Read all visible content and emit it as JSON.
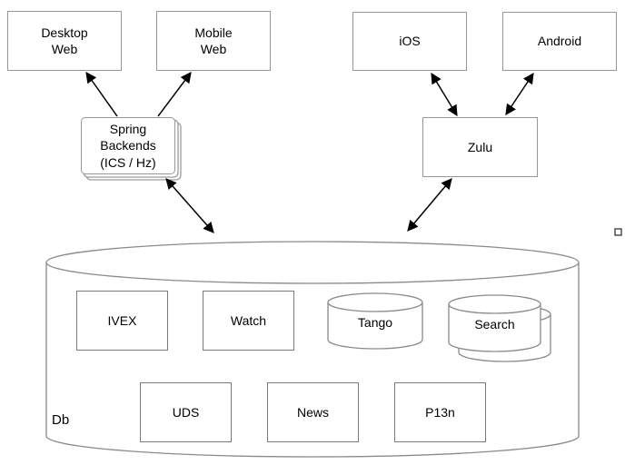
{
  "diagram": {
    "type": "architecture-diagram",
    "background": "#ffffff",
    "colors": {
      "outer_box_border": "#979797",
      "inner_box_border": "#7b7b7b",
      "cylinder_stroke": "#8a8a8a",
      "arrow": "#000000",
      "text": "#000000"
    },
    "nodes": {
      "desktop_web": {
        "label": "Desktop\nWeb"
      },
      "mobile_web": {
        "label": "Mobile\nWeb"
      },
      "ios": {
        "label": "iOS"
      },
      "android": {
        "label": "Android"
      },
      "spring_backends": {
        "label": "Spring\nBackends\n(ICS / Hz)",
        "shape": "stacked-rounded-rect"
      },
      "zulu": {
        "label": "Zulu"
      },
      "ivex": {
        "label": "IVEX"
      },
      "watch": {
        "label": "Watch"
      },
      "tango": {
        "label": "Tango",
        "shape": "cylinder"
      },
      "search": {
        "label": "Search",
        "shape": "stacked-cylinder"
      },
      "uds": {
        "label": "UDS"
      },
      "news": {
        "label": "News"
      },
      "p13n": {
        "label": "P13n"
      },
      "db": {
        "label": "Db",
        "shape": "large-cylinder",
        "contains": [
          "IVEX",
          "Watch",
          "Tango",
          "Search",
          "UDS",
          "News",
          "P13n"
        ]
      }
    },
    "edges": [
      {
        "from": "spring_backends",
        "to": "desktop_web",
        "arrow": "single"
      },
      {
        "from": "spring_backends",
        "to": "mobile_web",
        "arrow": "single"
      },
      {
        "from": "zulu",
        "to": "ios",
        "arrow": "double"
      },
      {
        "from": "zulu",
        "to": "android",
        "arrow": "double"
      },
      {
        "from": "spring_backends",
        "to": "db",
        "arrow": "double"
      },
      {
        "from": "zulu",
        "to": "db",
        "arrow": "double"
      }
    ]
  }
}
